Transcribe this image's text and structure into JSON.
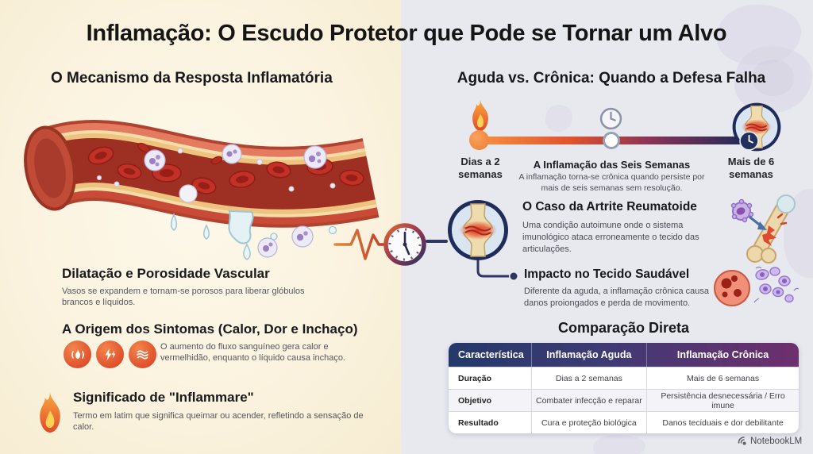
{
  "title": "Inflamação: O Escudo Protetor que Pode se Tornar um Alvo",
  "left": {
    "heading": "O Mecanismo da Resposta Inflamatória",
    "sections": [
      {
        "heading": "Dilatação e Porosidade Vascular",
        "body": "Vasos se expandem e tornam-se porosos para liberar glóbulos brancos e líquidos."
      },
      {
        "heading": "A Origem dos Sintomas (Calor, Dor e Inchaço)",
        "body": "O aumento do fluxo sanguíneo gera calor e vermelhidão, enquanto o líquido causa inchaço."
      },
      {
        "heading": "Significado de \"Inflammare\"",
        "body": "Termo em latim que significa queimar ou acender, refletindo a sensação de calor."
      }
    ],
    "icons": [
      "heat-flame-icon",
      "pain-bolt-icon",
      "swelling-waves-icon",
      "flame-icon"
    ]
  },
  "right": {
    "heading": "Aguda vs. Crônica: Quando a Defesa Falha",
    "timeline": {
      "start_label": "Dias a 2 semanas",
      "mid_title": "A Inflamação das Seis Semanas",
      "mid_body": "A inflamação torna-se crônica quando persiste por mais de seis semanas sem resolução.",
      "end_label": "Mais de 6 semanas",
      "icons": [
        "flame-icon",
        "clock-icon",
        "joint-clock-icon"
      ]
    },
    "artrite": {
      "heading": "O Caso da Artrite Reumatoide",
      "body": "Uma condição autoimune onde o sistema imunológico ataca erroneamente o tecido das articulações."
    },
    "impacto": {
      "heading": "Impacto no Tecido Saudável",
      "body": "Diferente da aguda, a inflamação crônica causa danos proiongados e perda de movimento."
    },
    "table": {
      "title": "Comparação Direta",
      "headers": [
        "Característica",
        "Inflamação Aguda",
        "Inflamação Crônica"
      ],
      "rows": [
        [
          "Duração",
          "Dias a 2 semanas",
          "Mais de 6 semanas"
        ],
        [
          "Objetivo",
          "Combater infecção e reparar",
          "Persistência desnecessária / Erro imune"
        ],
        [
          "Resultado",
          "Cura e proteção biológica",
          "Danos teciduais e dor debilitante"
        ]
      ]
    }
  },
  "footer": {
    "brand": "NotebookLM"
  },
  "colors": {
    "left_bg": "#fbf3df",
    "right_bg": "#e8e8ef",
    "navy": "#232a58",
    "purple": "#6e2f6d",
    "timeline_start": "#f5913f",
    "timeline_end": "#232a58",
    "accent_red": "#d93a20",
    "vessel_red": "#c94a36",
    "membrane_cream": "#f3dda9"
  }
}
